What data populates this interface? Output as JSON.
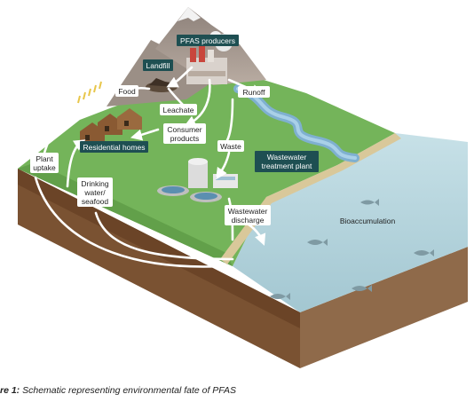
{
  "diagram": {
    "labels": {
      "pfas_producers": "PFAS producers",
      "landfill": "Landfill",
      "food": "Food",
      "leachate": "Leachate",
      "runoff": "Runoff",
      "consumer_products": [
        "Consumer",
        "products"
      ],
      "residential_homes": "Residential homes",
      "waste": "Waste",
      "wastewater_treatment_plant": [
        "Wastewater",
        "treatment plant"
      ],
      "plant_uptake": [
        "Plant",
        "uptake"
      ],
      "drinking_water_seafood": [
        "Drinking",
        "water/",
        "seafood"
      ],
      "wastewater_discharge": [
        "Wastewater",
        "discharge"
      ],
      "bioaccumulation": "Bioaccumulation"
    },
    "colors": {
      "label_box": "#1e4f52",
      "grass": "#6aa84f",
      "soil": "#8b5e3c",
      "sea": "#a9ccd6",
      "river": "#7fb0d0",
      "mountain": "#a89a90"
    }
  },
  "caption": {
    "prefix": "re 1:",
    "text": " Schematic representing environmental fate of PFAS"
  }
}
